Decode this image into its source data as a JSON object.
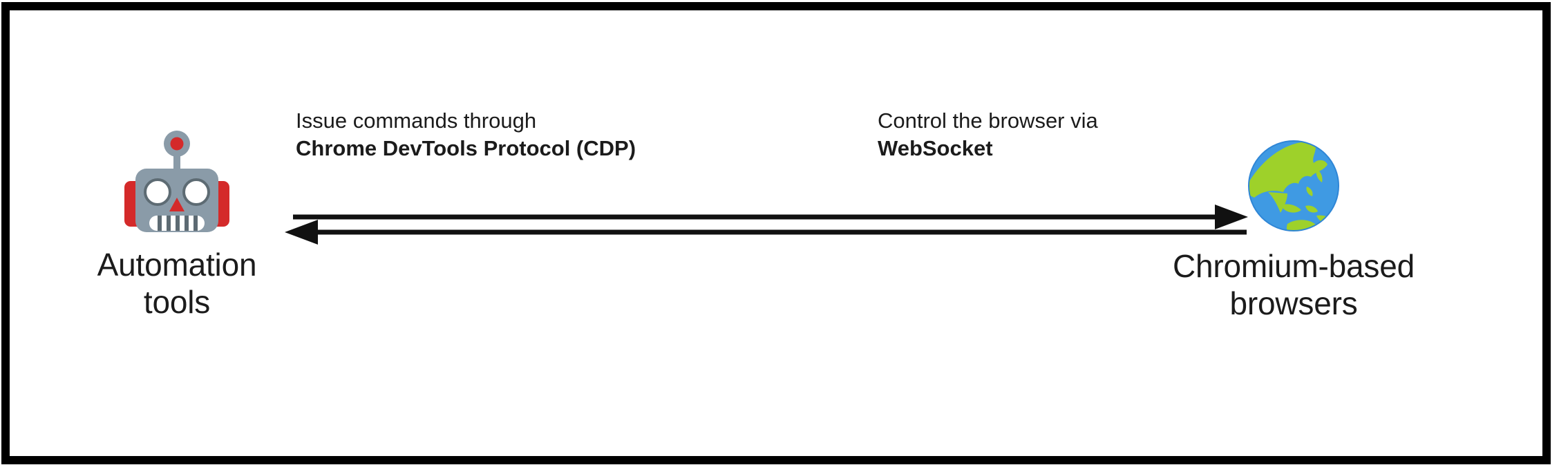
{
  "diagram": {
    "type": "two-node bidirectional flow",
    "frame": {
      "border_color": "#000000",
      "background": "#ffffff"
    },
    "text_color": "#1b1b1b",
    "nodes": [
      {
        "id": "automation-tools",
        "icon": "robot-icon",
        "label_line_1": "Automation",
        "label_line_2": "tools",
        "colors": {
          "head": "#8a9ba8",
          "ear": "#d42a2a",
          "eye": "#ffffff",
          "eye_outline": "#5d6b73",
          "nose": "#d42a2a",
          "antenna_tip": "#d42a2a",
          "teeth": "#5d6b73"
        }
      },
      {
        "id": "chromium-browsers",
        "icon": "globe-asia-icon",
        "label_line_1": "Chromium-based",
        "label_line_2": "browsers",
        "colors": {
          "ocean": "#3f9ae3",
          "ocean_dark": "#2f86d6",
          "land": "#9ed12a"
        }
      }
    ],
    "edges": [
      {
        "id": "commands-edge",
        "direction": "left-to-right",
        "arrowhead": "right",
        "label_line_1": "Issue commands through",
        "label_line_2": "Chrome DevTools Protocol (CDP)"
      },
      {
        "id": "control-edge",
        "direction": "right-to-left",
        "arrowhead": "left",
        "label_line_1": "Control the browser via",
        "label_line_2": "WebSocket"
      }
    ],
    "stroke_color": "#111111"
  }
}
